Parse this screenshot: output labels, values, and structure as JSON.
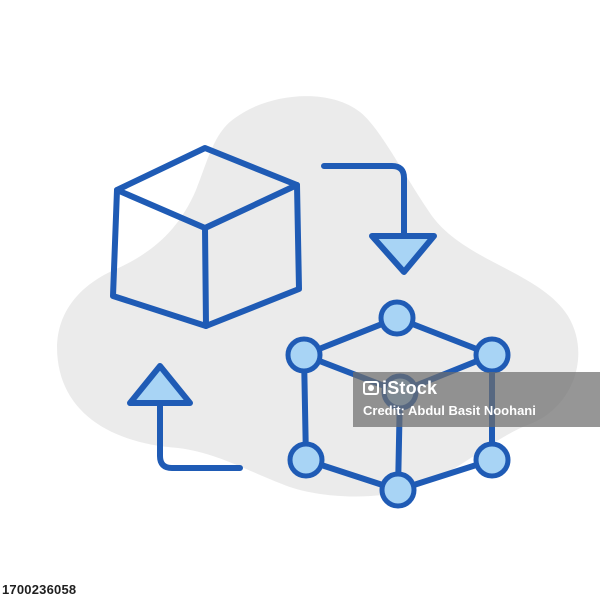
{
  "watermark": {
    "brand": "iStock",
    "credit": "Credit: Abdul Basit Noohani"
  },
  "asset_id": "1700236058",
  "icons": {
    "solid_cube": "cube-icon",
    "wireframe_cube": "cube-network-icon",
    "top_arrow": "arrow-curved-down-icon",
    "left_arrow": "arrow-curved-up-icon",
    "background": "blob-shape"
  },
  "colors": {
    "stroke": "#1f5bb5",
    "fill_light": "#a8d4f5",
    "blob": "#ebebeb",
    "background": "#ffffff",
    "watermark_bg": "#6e6e6e",
    "watermark_text": "#ffffff"
  }
}
